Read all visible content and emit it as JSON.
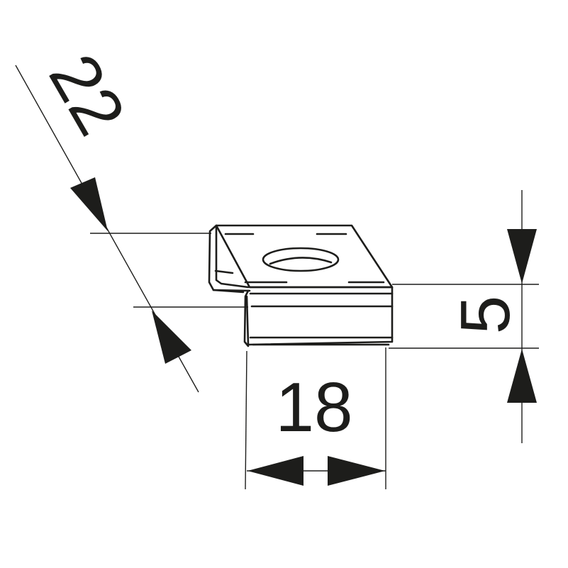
{
  "drawing": {
    "colors": {
      "line": "#1d1d1b",
      "background": "#ffffff"
    },
    "dimensions": {
      "width": {
        "value": "18"
      },
      "height": {
        "value": "5"
      },
      "depth": {
        "value": "22"
      }
    }
  }
}
